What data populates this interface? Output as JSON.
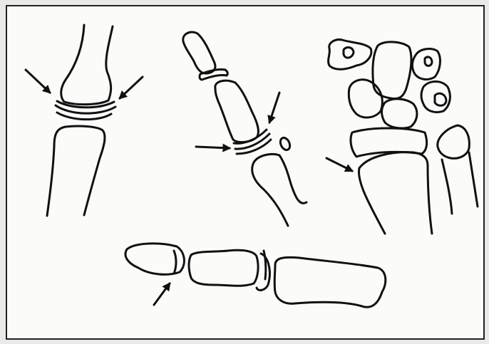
{
  "figure": {
    "background_color": "#e9e9e7",
    "page_color": "#fbfbf9",
    "ink_color": "#111111",
    "panels": [
      {
        "id": "knee-physis",
        "arrows": 2
      },
      {
        "id": "finger-phalanx-physis",
        "arrows": 2
      },
      {
        "id": "distal-radius-physis",
        "arrows": 1
      },
      {
        "id": "metacarpal-phalanges-row",
        "arrows": 1
      }
    ]
  }
}
